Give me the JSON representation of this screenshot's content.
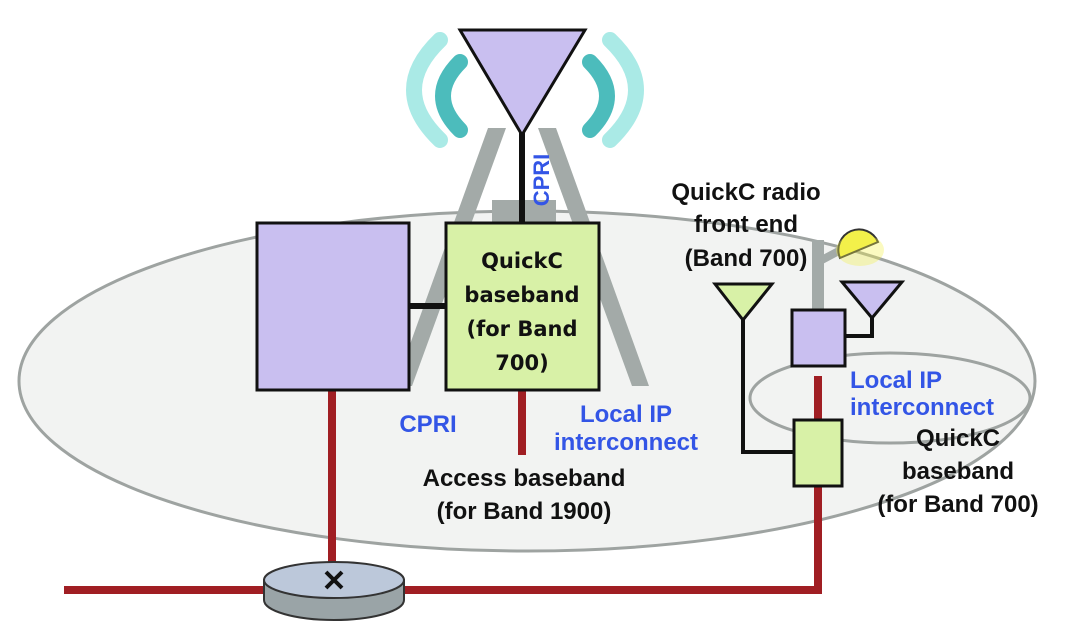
{
  "colors": {
    "radio_purple": "#c9bff0",
    "baseband_green": "#d8f1a7",
    "backhaul_red": "#a01e23",
    "tower_gray": "#a3aaa8",
    "cell_fill": "#f2f3f2",
    "cell_stroke": "#9ea3a1",
    "link_blue": "#3355e6",
    "wave_outer": "#aaeae6",
    "wave_inner": "#4cbcbc",
    "lamp_yellow": "#f3f04a"
  },
  "icons": {
    "macro_antenna": "triangle-antenna-icon",
    "small_antenna": "triangle-antenna-icon",
    "radio_waves": "radio-waves-icon",
    "router": "router-icon",
    "streetlight": "streetlight-icon"
  },
  "labels": {
    "cpri_vertical": "CPRI",
    "quickc_baseband_macro": [
      "QuickC",
      "baseband",
      "(for Band",
      "700)"
    ],
    "cpri_left": "CPRI",
    "local_ip_macro": [
      "Local IP",
      "interconnect"
    ],
    "access_baseband": [
      "Access baseband",
      "(for Band 1900)"
    ],
    "quickc_radio_front_end": [
      "QuickC radio",
      "front end",
      "(Band 700)"
    ],
    "local_ip_small": [
      "Local IP",
      "interconnect"
    ],
    "quickc_baseband_small": [
      "QuickC",
      "baseband",
      "(for Band 700)"
    ]
  }
}
